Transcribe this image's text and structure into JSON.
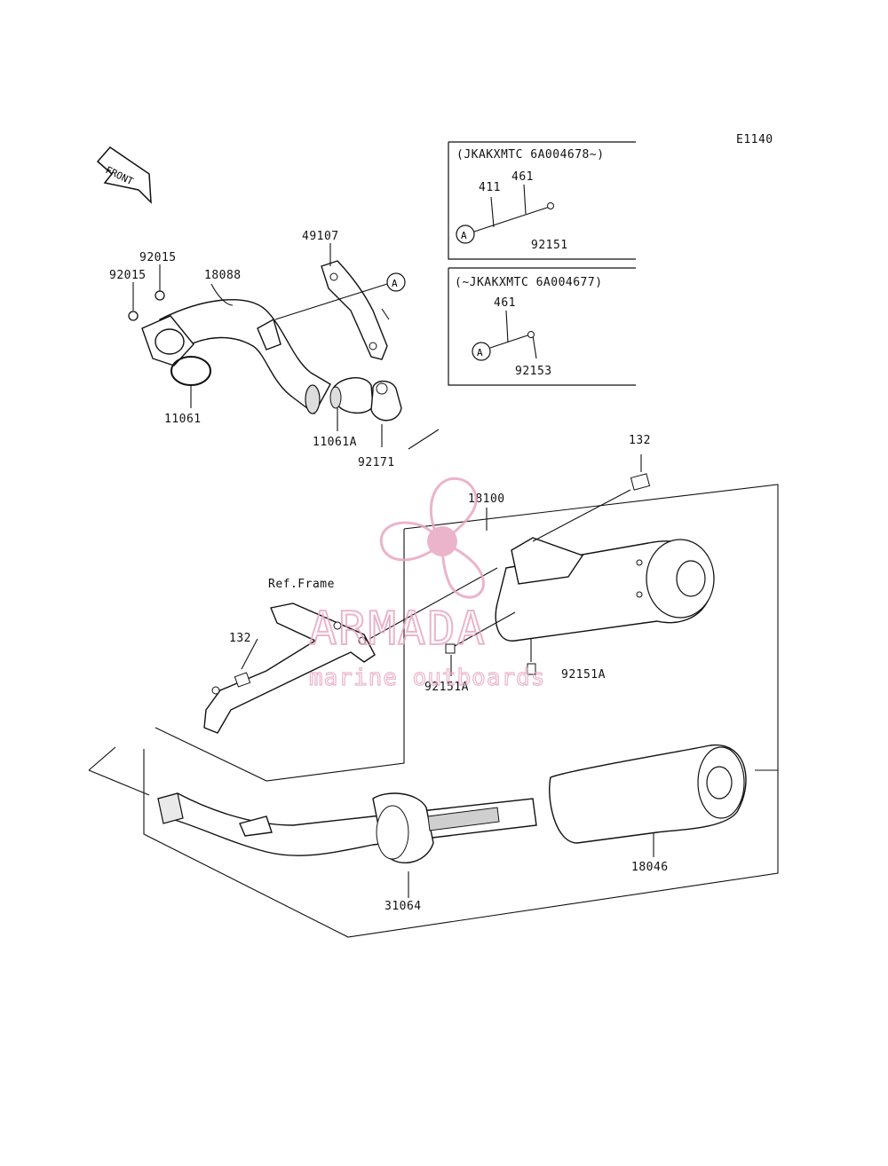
{
  "diagram": {
    "code": "E1140",
    "front_label": "FRONT",
    "ref_frame_label": "Ref.Frame",
    "inset_top": {
      "header": "(JKAKXMTC 6A004678~)",
      "circle": "A",
      "parts": [
        "411",
        "461",
        "92151"
      ]
    },
    "inset_bottom": {
      "header": "(~JKAKXMTC 6A004677)",
      "circle": "A",
      "parts": [
        "461",
        "92153"
      ]
    },
    "callouts": {
      "p49107": "49107",
      "p92015a": "92015",
      "p92015b": "92015",
      "p18088": "18088",
      "pA": "A",
      "p11061": "11061",
      "p11061A": "11061A",
      "p92171": "92171",
      "p132a": "132",
      "p18100": "18100",
      "p132b": "132",
      "p92151Aa": "92151A",
      "p92151Ab": "92151A",
      "p31064": "31064",
      "p18046": "18046"
    }
  },
  "watermark": {
    "brand": "ARMADA",
    "tagline": "marine outboards",
    "color": "#e8a7c3"
  }
}
